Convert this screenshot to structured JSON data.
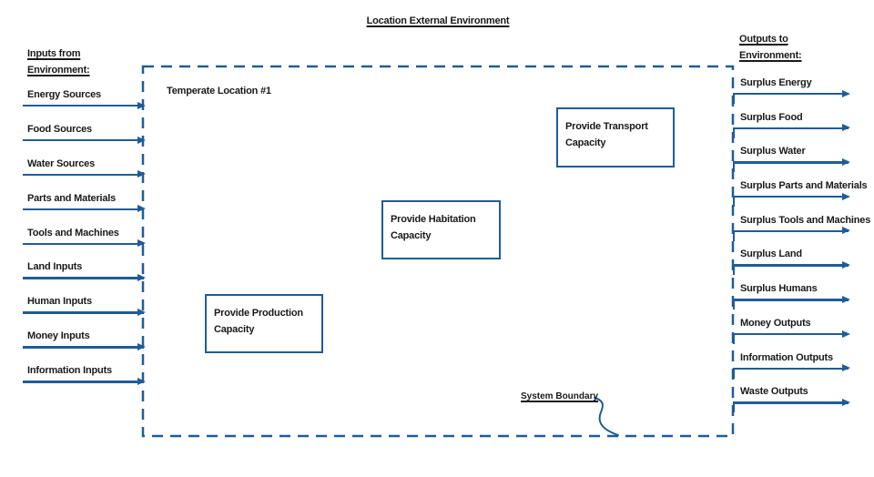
{
  "colors": {
    "accent": "#1f5c99",
    "text": "#1a1a1a",
    "background": "#ffffff"
  },
  "title": "Location External Environment",
  "system": {
    "location_label": "Temperate Location #1",
    "boundary_label": "System Boundary"
  },
  "inputs": {
    "header1": "Inputs from",
    "header2": "Environment:",
    "items": [
      "Energy Sources",
      "Food Sources",
      "Water Sources",
      "Parts and Materials",
      "Tools and Machines",
      "Land Inputs",
      "Human Inputs",
      "Money Inputs",
      "Information Inputs"
    ]
  },
  "outputs": {
    "header1": "Outputs to",
    "header2": "Environment:",
    "items": [
      "Surplus Energy",
      "Surplus Food",
      "Surplus Water",
      "Surplus Parts and Materials",
      "Surplus Tools and Machines",
      "Surplus Land",
      "Surplus Humans",
      "Money Outputs",
      "Information Outputs",
      "Waste Outputs"
    ]
  },
  "processes": [
    {
      "label": "Provide Transport Capacity"
    },
    {
      "label": "Provide Habitation Capacity"
    },
    {
      "label": "Provide Production Capacity"
    }
  ]
}
